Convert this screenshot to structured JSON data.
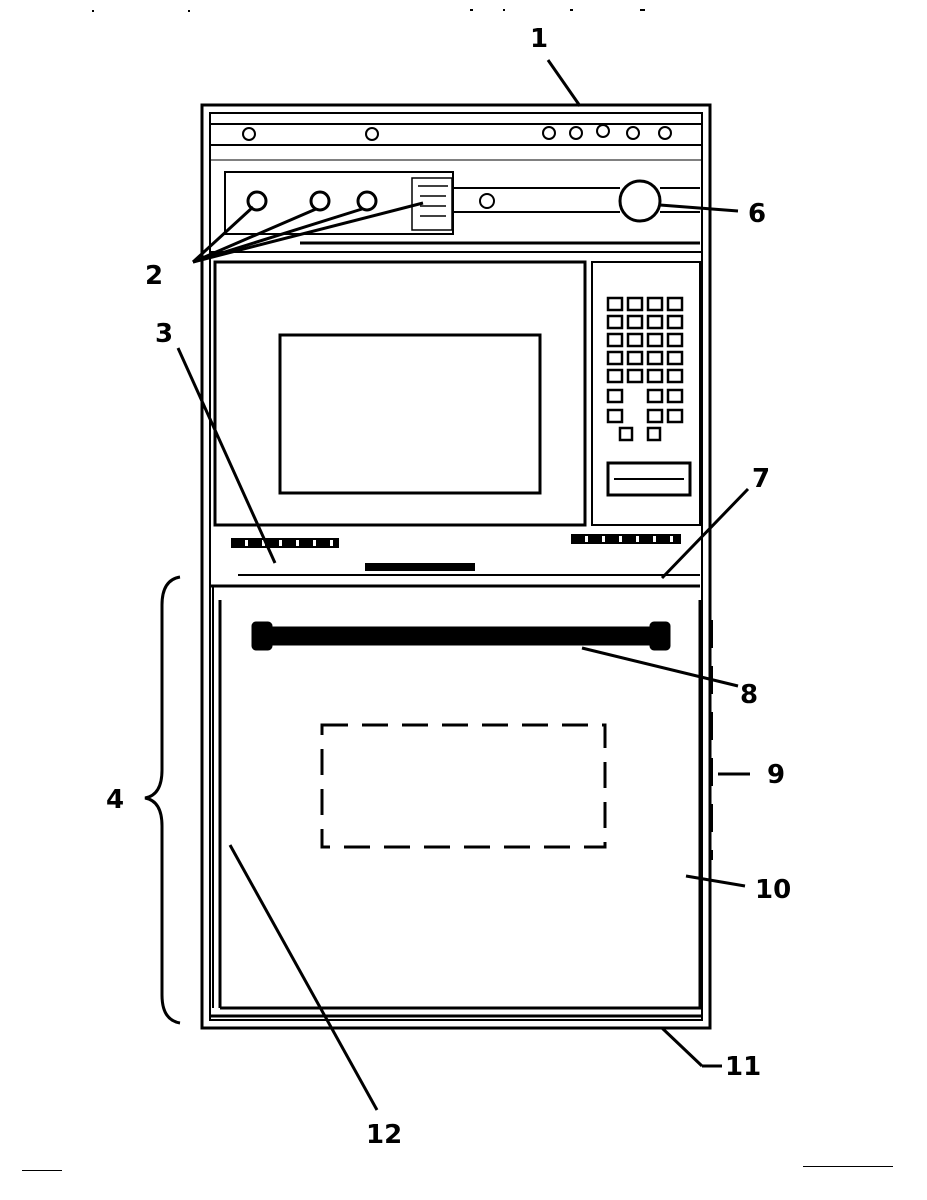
{
  "callouts": {
    "c1": "1",
    "c2": "2",
    "c3": "3",
    "c4": "4",
    "c6": "6",
    "c7": "7",
    "c8": "8",
    "c9": "9",
    "c10": "10",
    "c11": "11",
    "c12": "12"
  },
  "colors": {
    "ink": "#000000",
    "paper": "#ffffff"
  }
}
